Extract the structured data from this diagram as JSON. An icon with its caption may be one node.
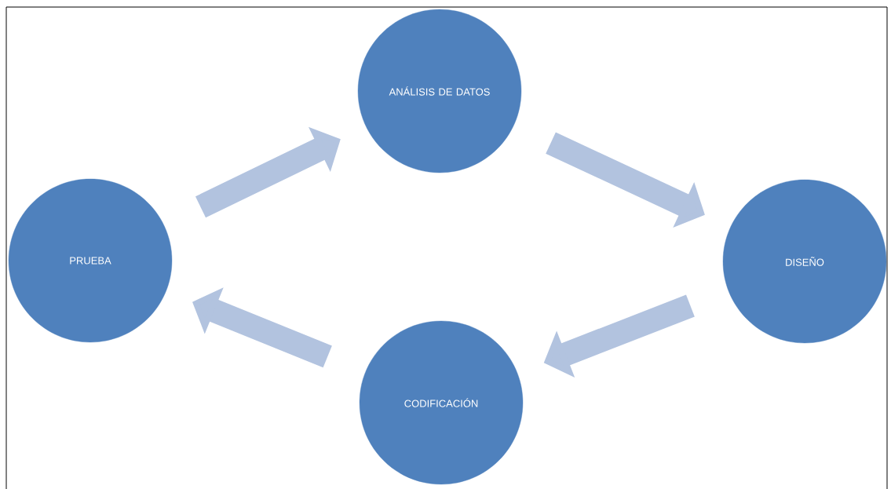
{
  "diagram": {
    "nodes": [
      {
        "text": [
          "ANÁLISIS DE DATOS"
        ]
      },
      {
        "text": [
          "DISEÑO"
        ]
      },
      {
        "text": [
          "CODIFICACIÓN"
        ]
      },
      {
        "text": [
          "PRUEBA"
        ]
      }
    ],
    "edges": [
      {
        "from": 3,
        "to": 0,
        "arrow": "to"
      },
      {
        "from": 0,
        "to": 1,
        "arrow": "to"
      },
      {
        "from": 1,
        "to": 2,
        "arrow": "to"
      },
      {
        "from": 2,
        "to": 3,
        "arrow": "to"
      }
    ]
  }
}
